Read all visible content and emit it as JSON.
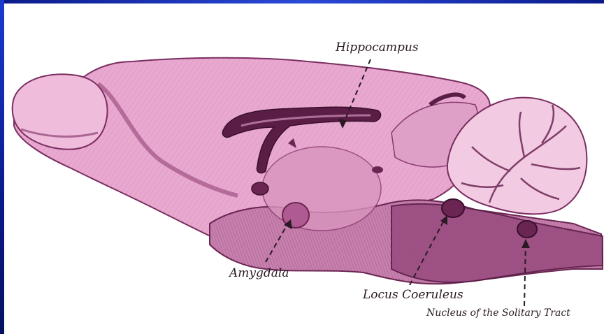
{
  "labels": {
    "hippocampus": "Hippocampus",
    "amygdala": "Amygdala",
    "locus_coeruleus": "Locus Coeruleus",
    "nucleus_solitary_tract": "Nucleus of the Solitary Tract"
  },
  "colors": {
    "frame_blue": "#0a1a8a",
    "brain_light": "#e8a8cf",
    "brain_mid": "#c77fae",
    "brain_dark": "#6b2553",
    "cerebellum": "#f2cbe2",
    "label_text": "#2a1a24"
  }
}
